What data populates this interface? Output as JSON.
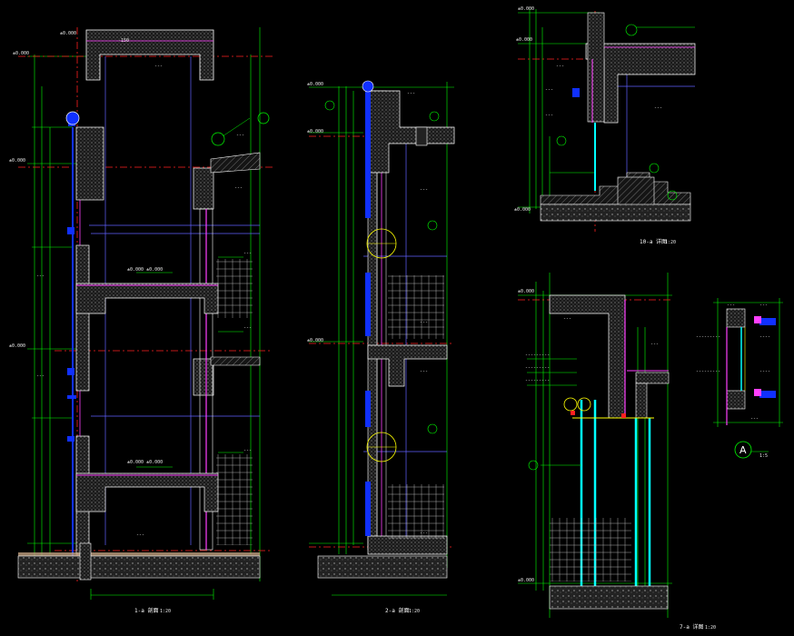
{
  "drawing": {
    "background": "#000000",
    "colors": {
      "structure": "#ffffff",
      "dimension": "#00ff00",
      "axis": "#ff2020",
      "glass": "#00ffff",
      "window": "#1030ff",
      "finish": "#ff40ff",
      "grid": "#6060ff",
      "hatch": "#8a8a8a",
      "leader": "#ffff00"
    },
    "details": [
      {
        "id": "1",
        "title": "1-a 剖面",
        "scale": "1:20"
      },
      {
        "id": "2",
        "title": "2-a 剖面",
        "scale": "1:20"
      },
      {
        "id": "3",
        "title": "10-a 详图",
        "scale": "1:20"
      },
      {
        "id": "4",
        "title": "7-a 详图",
        "scale": "1:20"
      }
    ],
    "callout_a": "A",
    "callout_a_scale": "1:5"
  }
}
